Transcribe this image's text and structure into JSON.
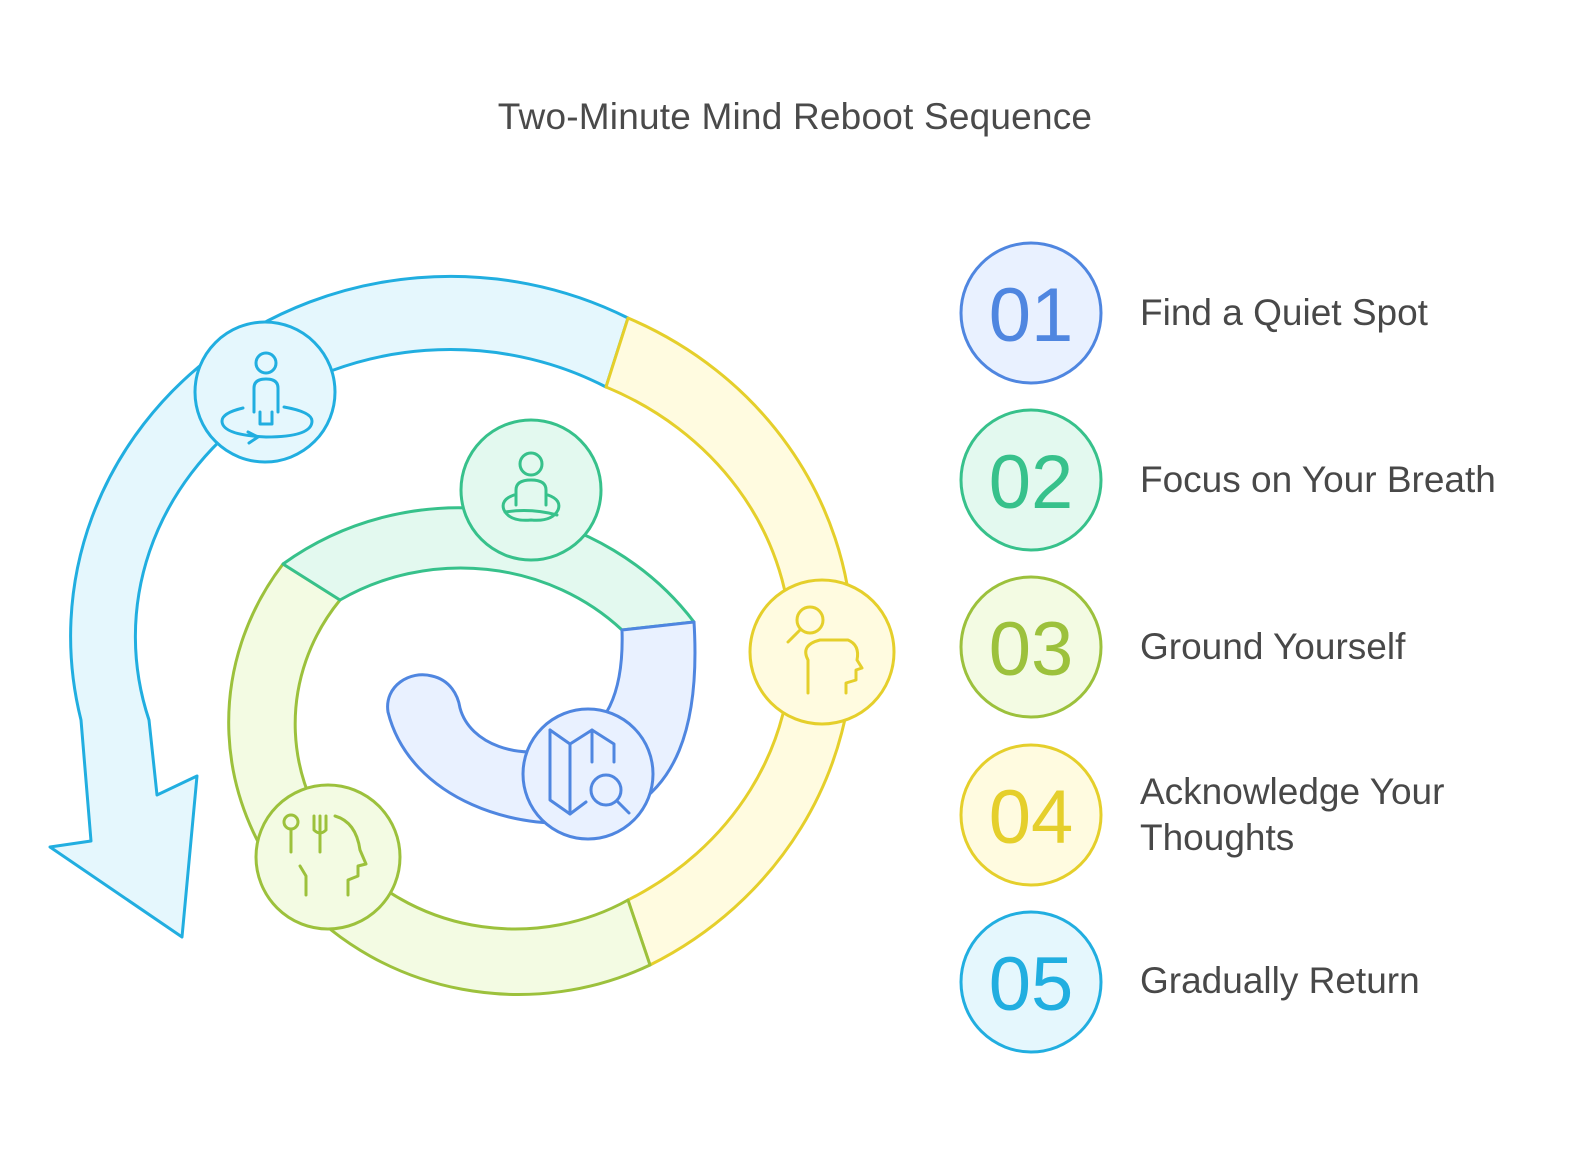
{
  "title": "Two-Minute Mind Reboot Sequence",
  "steps": [
    {
      "number": "01",
      "label": "Find a Quiet Spot",
      "stroke": "#4f86e0",
      "fill": "#e9f1ff"
    },
    {
      "number": "02",
      "label": "Focus on Your Breath",
      "stroke": "#37c18b",
      "fill": "#e3f9ef"
    },
    {
      "number": "03",
      "label": "Ground Yourself",
      "stroke": "#9cc13c",
      "fill": "#f3fbe3"
    },
    {
      "number": "04",
      "label": "Acknowledge Your Thoughts",
      "stroke": "#e5cf2b",
      "fill": "#fffbe0"
    },
    {
      "number": "05",
      "label": "Gradually Return",
      "stroke": "#21aee0",
      "fill": "#e5f7fd"
    }
  ],
  "icons": {
    "blue_segment": "map-search-icon",
    "green_segment": "meditation-icon",
    "lime_segment": "head-senses-icon",
    "yellow_segment": "head-thought-icon",
    "cyan_segment": "person-rotate-icon"
  }
}
